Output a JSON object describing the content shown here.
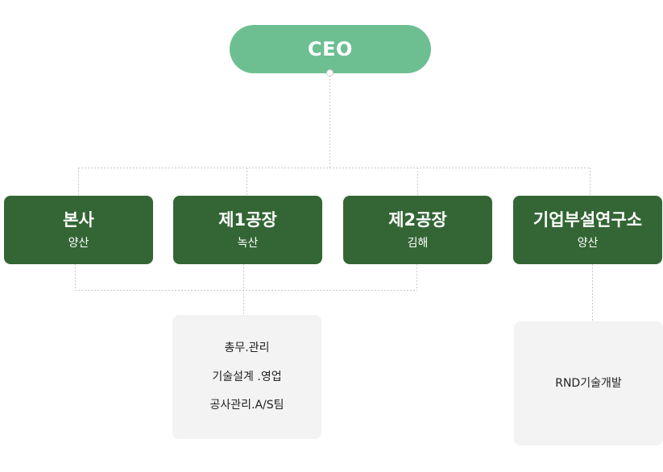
{
  "ceo": {
    "label": "CEO"
  },
  "units": [
    {
      "name": "본사",
      "location": "양산"
    },
    {
      "name": "제1공장",
      "location": "녹산"
    },
    {
      "name": "제2공장",
      "location": "김해"
    },
    {
      "name": "기업부설연구소",
      "location": "양산"
    }
  ],
  "departments": {
    "factory1": [
      "총무.관리",
      "기술설계 .영업",
      "공사관리.A/S팀"
    ],
    "lab": [
      "RND기술개발"
    ]
  },
  "colors": {
    "ceo_fill": "#6dbf91",
    "unit_fill": "#336634",
    "department_fill": "#f3f3f3",
    "connector": "#c9c9c9"
  }
}
